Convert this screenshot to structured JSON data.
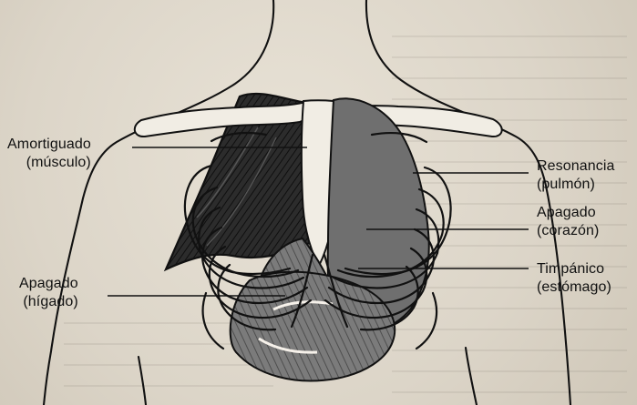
{
  "labels": {
    "left_top": {
      "line1": "Amortiguado",
      "line2": "(músculo)"
    },
    "left_bottom": {
      "line1": "Apagado",
      "line2": "(hígado)"
    },
    "right_1": {
      "line1": "Resonancia",
      "line2": "(pulmón)"
    },
    "right_2": {
      "line1": "Apagado",
      "line2": "(corazón)"
    },
    "right_3": {
      "line1": "Timpánico",
      "line2": "(estómago)"
    }
  },
  "colors": {
    "paper": "#ddd6c9",
    "ink": "#111111",
    "shade_dark": "#222222",
    "shade_mid": "#686868",
    "bone": "#f1ede4"
  }
}
